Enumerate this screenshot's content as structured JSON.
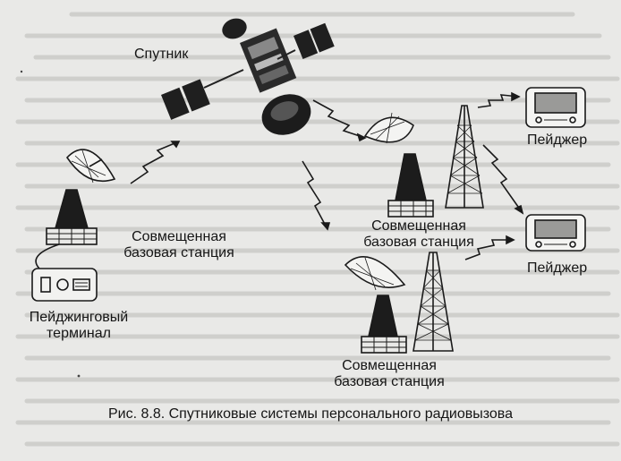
{
  "diagram": {
    "satellite_label": "Спутник",
    "pager_top_label": "Пейджер",
    "pager_bottom_label": "Пейджер",
    "station_left_label": [
      "Совмещенная",
      "базовая станция"
    ],
    "station_right_label": [
      "Совмещенная",
      "базовая станция"
    ],
    "station_bottom_label": [
      "Совмещенная",
      "базовая станция"
    ],
    "terminal_label": [
      "Пейджинговый",
      "терминал"
    ],
    "caption": "Рис. 8.8. Спутниковые системы персонального радиовызова"
  }
}
